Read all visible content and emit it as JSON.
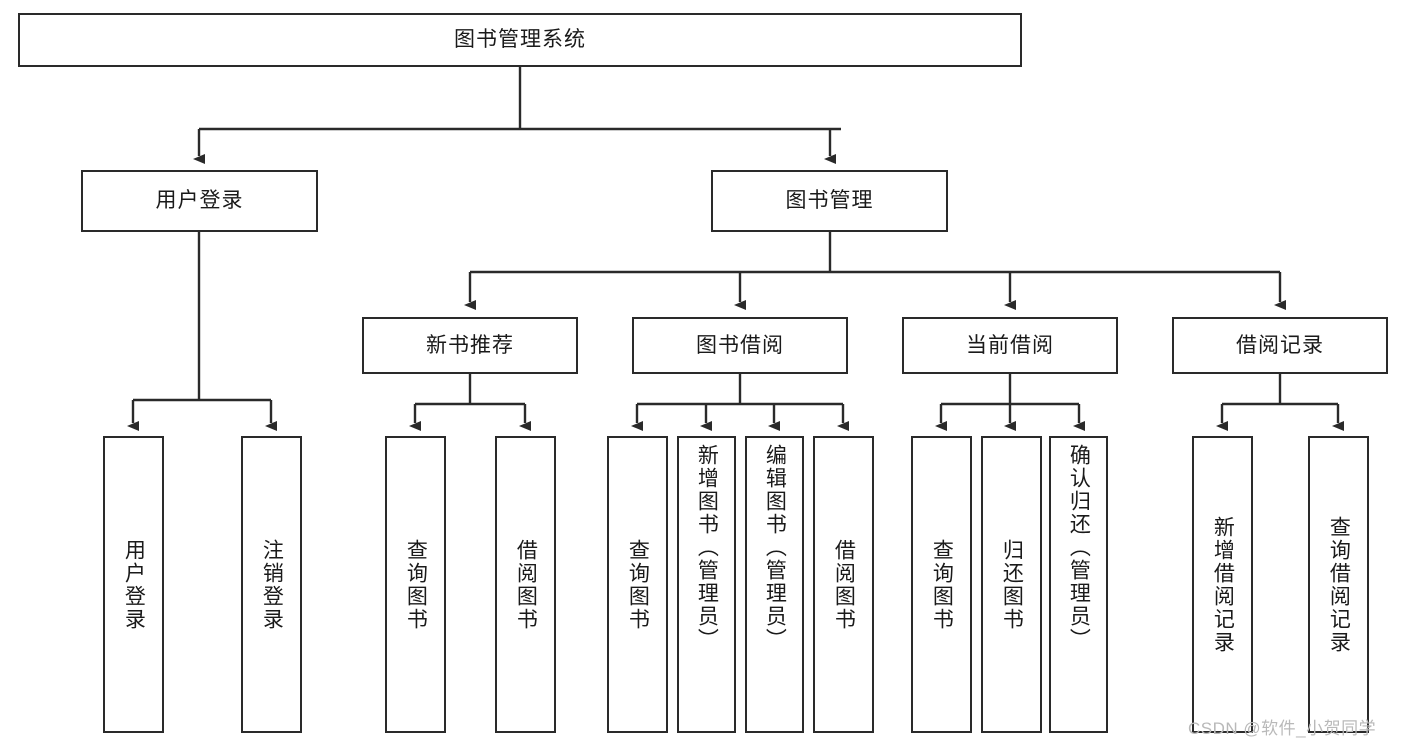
{
  "diagram": {
    "title": "图书管理系统",
    "watermark": "CSDN @软件_小贺同学",
    "line_color": "#2a2a2a",
    "box_fill": "#ffffff",
    "text_color": "#1a1a1a",
    "watermark_color": "#b9b9b9",
    "root": {
      "label": "图书管理系统"
    },
    "level2": [
      {
        "label": "用户登录"
      },
      {
        "label": "图书管理"
      }
    ],
    "level3": [
      {
        "label": "新书推荐"
      },
      {
        "label": "图书借阅"
      },
      {
        "label": "当前借阅"
      },
      {
        "label": "借阅记录"
      }
    ],
    "leaves": {
      "user_login": [
        {
          "label": "用户登录"
        },
        {
          "label": "注销登录"
        }
      ],
      "new_book_recommend": [
        {
          "label": "查询图书"
        },
        {
          "label": "借阅图书"
        }
      ],
      "book_borrow": [
        {
          "label": "查询图书"
        },
        {
          "label": "新增图书（管理员）"
        },
        {
          "label": "编辑图书（管理员）"
        },
        {
          "label": "借阅图书"
        }
      ],
      "current_borrow": [
        {
          "label": "查询图书"
        },
        {
          "label": "归还图书"
        },
        {
          "label": "确认归还（管理员）"
        }
      ],
      "borrow_record": [
        {
          "label": "新增借阅记录"
        },
        {
          "label": "查询借阅记录"
        }
      ]
    }
  }
}
